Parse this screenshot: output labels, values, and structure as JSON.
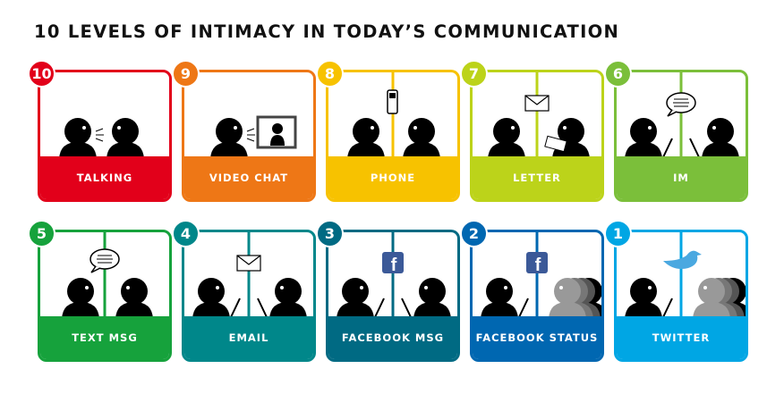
{
  "title": "10 LEVELS OF INTIMACY IN TODAY’S COMMUNICATION",
  "levels": [
    {
      "number": "10",
      "label": "TALKING",
      "color": "#e2001a",
      "icon": "talking-people-icon"
    },
    {
      "number": "9",
      "label": "VIDEO CHAT",
      "color": "#ee7716",
      "icon": "video-screen-icon"
    },
    {
      "number": "8",
      "label": "PHONE",
      "color": "#f7c200",
      "icon": "phone-icon"
    },
    {
      "number": "7",
      "label": "LETTER",
      "color": "#bcd31a",
      "icon": "envelope-icon"
    },
    {
      "number": "6",
      "label": "IM",
      "color": "#7bbf3a",
      "icon": "chat-bubble-icon"
    },
    {
      "number": "5",
      "label": "TEXT MSG",
      "color": "#16a23c",
      "icon": "chat-bubble-icon"
    },
    {
      "number": "4",
      "label": "EMAIL",
      "color": "#00878a",
      "icon": "envelope-icon"
    },
    {
      "number": "3",
      "label": "FACEBOOK MSG",
      "color": "#006a83",
      "icon": "facebook-icon"
    },
    {
      "number": "2",
      "label": "FACEBOOK STATUS",
      "color": "#0067b1",
      "icon": "facebook-icon"
    },
    {
      "number": "1",
      "label": "TWITTER",
      "color": "#00a6e4",
      "icon": "twitter-bird-icon"
    }
  ]
}
